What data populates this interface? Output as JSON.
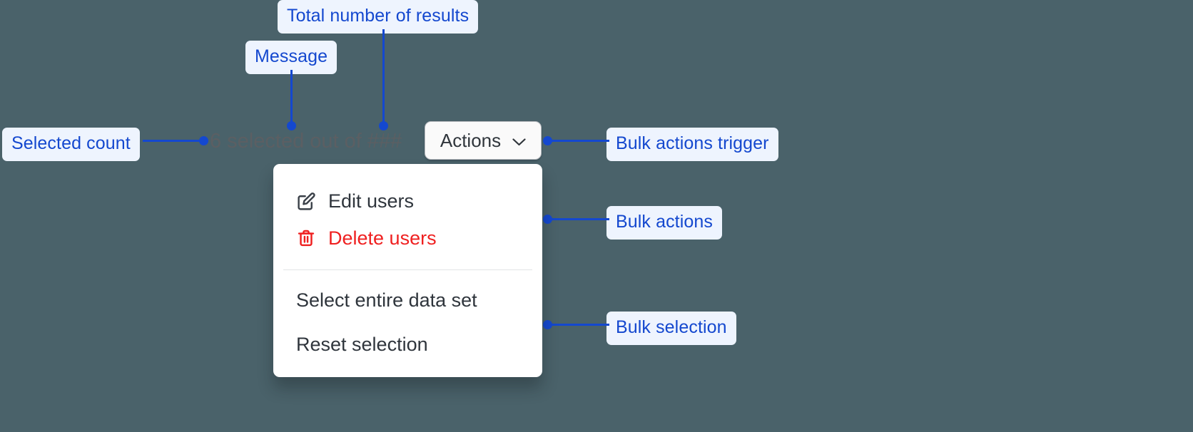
{
  "canvas": {
    "background": "#4a626a",
    "accent": "#1448cf",
    "pill_bg": "#eef4fe",
    "danger": "#ef2020"
  },
  "selection_bar": {
    "message": "6 selected out of ###",
    "selected_count": "6",
    "total_placeholder": "###",
    "trigger": {
      "label": "Actions",
      "icon": "chevron-down-icon"
    }
  },
  "dropdown": {
    "groups": [
      {
        "name": "bulk-actions",
        "items": [
          {
            "label": "Edit users",
            "icon": "edit-pencil-icon",
            "danger": false
          },
          {
            "label": "Delete users",
            "icon": "trash-icon",
            "danger": true
          }
        ]
      },
      {
        "name": "bulk-selection",
        "items": [
          {
            "label": "Select entire data set",
            "icon": "",
            "danger": false
          },
          {
            "label": "Reset selection",
            "icon": "",
            "danger": false
          }
        ]
      }
    ]
  },
  "annotations": [
    {
      "id": "total-number-of-results",
      "label": "Total number of results"
    },
    {
      "id": "message",
      "label": "Message"
    },
    {
      "id": "selected-count",
      "label": "Selected count"
    },
    {
      "id": "bulk-actions-trigger",
      "label": "Bulk actions trigger"
    },
    {
      "id": "bulk-actions",
      "label": "Bulk actions"
    },
    {
      "id": "bulk-selection",
      "label": "Bulk selection"
    }
  ]
}
